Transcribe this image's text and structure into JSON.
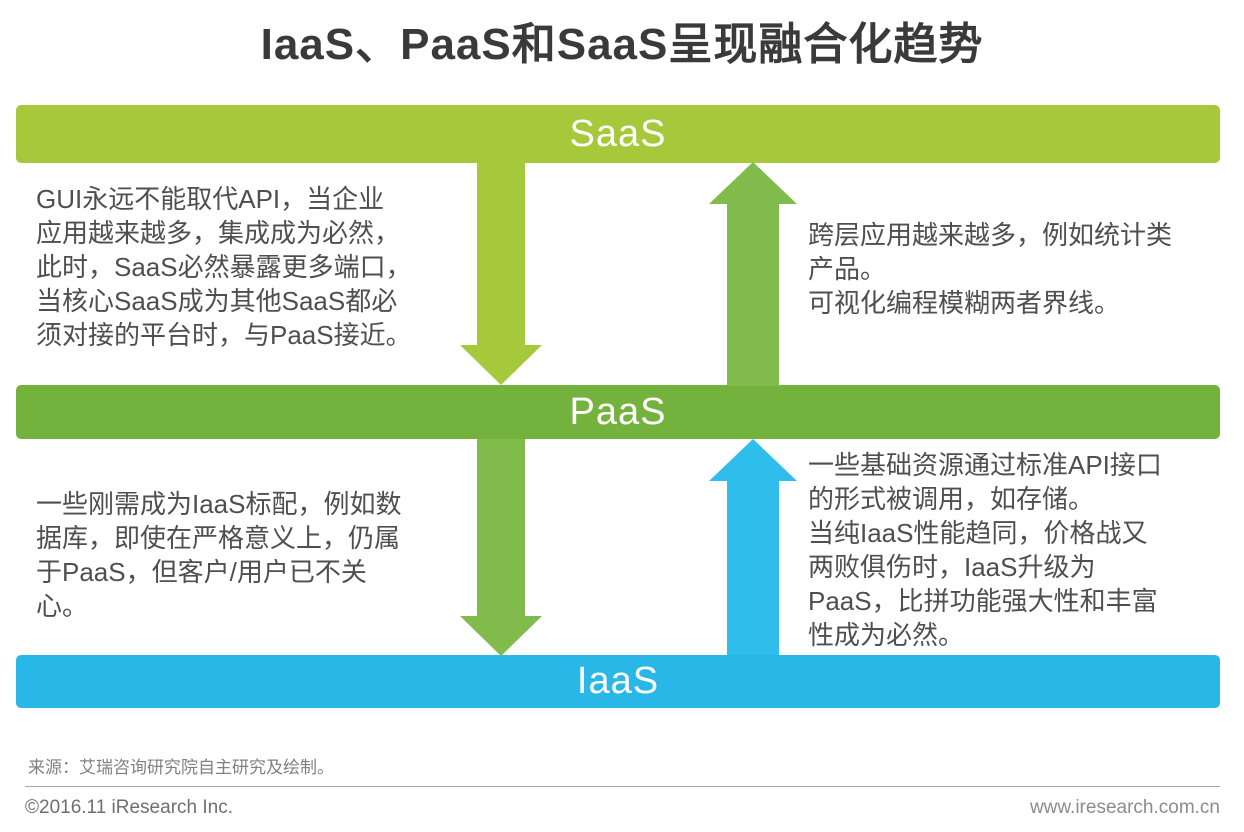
{
  "title": "IaaS、PaaS和SaaS呈现融合化趋势",
  "layers": [
    {
      "label": "SaaS",
      "color": "#a6c93c"
    },
    {
      "label": "PaaS",
      "color": "#74b23e"
    },
    {
      "label": "IaaS",
      "color": "#28b7e7"
    }
  ],
  "arrows": [
    {
      "name": "saas-to-paas",
      "direction": "down",
      "color": "#a6c93c"
    },
    {
      "name": "paas-to-saas",
      "direction": "up",
      "color": "#81bb4b"
    },
    {
      "name": "paas-to-iaas",
      "direction": "down",
      "color": "#81bb4b"
    },
    {
      "name": "iaas-to-paas",
      "direction": "up",
      "color": "#2fbdec"
    }
  ],
  "annotations": {
    "saas_paas_left": "GUI永远不能取代API，当企业\n应用越来越多，集成成为必然，\n此时，SaaS必然暴露更多端口，\n当核心SaaS成为其他SaaS都必\n须对接的平台时，与PaaS接近。",
    "saas_paas_right": "跨层应用越来越多，例如统计类\n产品。\n可视化编程模糊两者界线。",
    "paas_iaas_left": "一些刚需成为IaaS标配，例如数\n据库，即使在严格意义上，仍属\n于PaaS，但客户/用户已不关\n心。",
    "paas_iaas_right": "一些基础资源通过标准API接口\n的形式被调用，如存储。\n当纯IaaS性能趋同，价格战又\n两败俱伤时，IaaS升级为\nPaaS，比拼功能强大性和丰富\n性成为必然。"
  },
  "footer": {
    "source": "来源：艾瑞咨询研究院自主研究及绘制。",
    "copyright": "©2016.11 iResearch Inc.",
    "website": "www.iresearch.com.cn"
  }
}
